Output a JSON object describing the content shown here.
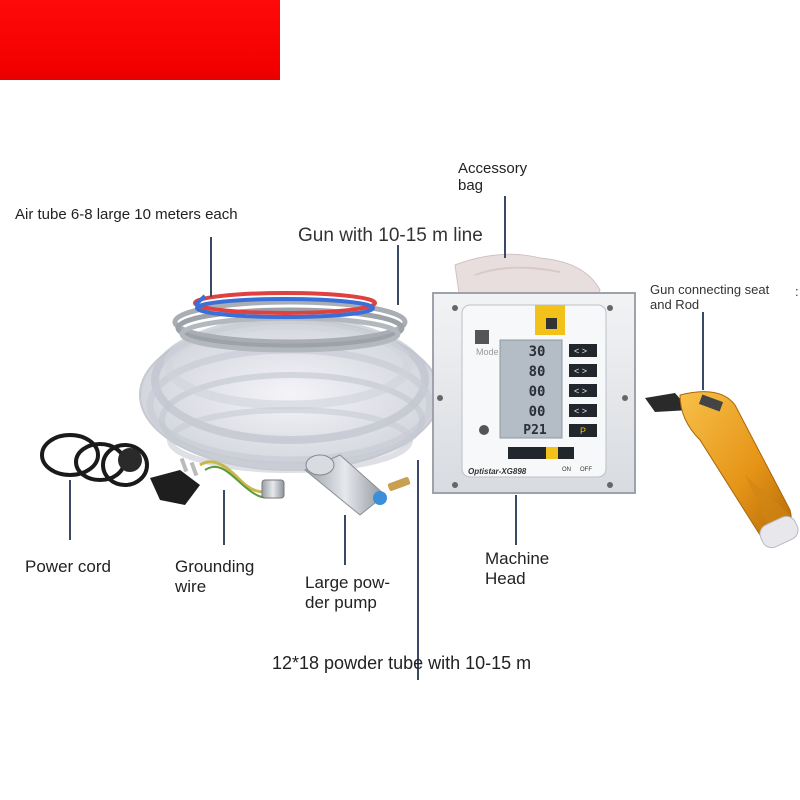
{
  "labels": {
    "air_tube": "Air tube 6-8 large 10 meters each",
    "gun_line": "Gun with 10-15 m line",
    "accessory_bag_1": "Accessory",
    "accessory_bag_2": "bag",
    "gun_seat_1": "Gun connecting seat",
    "gun_seat_2": "and Rod",
    "power_cord": "Power cord",
    "grounding_1": "Grounding",
    "grounding_2": "wire",
    "pump_1": "Large pow-",
    "pump_2": "der pump",
    "machine_1": "Machine",
    "machine_2": "Head",
    "powder_tube": "12*18 powder tube with 10-15 m",
    "edge_mark": ":"
  },
  "machine_panel": {
    "brand": "Optistar-XG898",
    "mode_label": "Mode",
    "on_label": "ON",
    "off_label": "OFF",
    "readouts": [
      "30",
      "80",
      "00",
      "00",
      "P21"
    ],
    "recall_key": "P"
  },
  "colors": {
    "banner": "#ff0000",
    "gun_body": "#f0a020",
    "panel_accent": "#f2c21a",
    "callout_line": "#3a4a66"
  }
}
